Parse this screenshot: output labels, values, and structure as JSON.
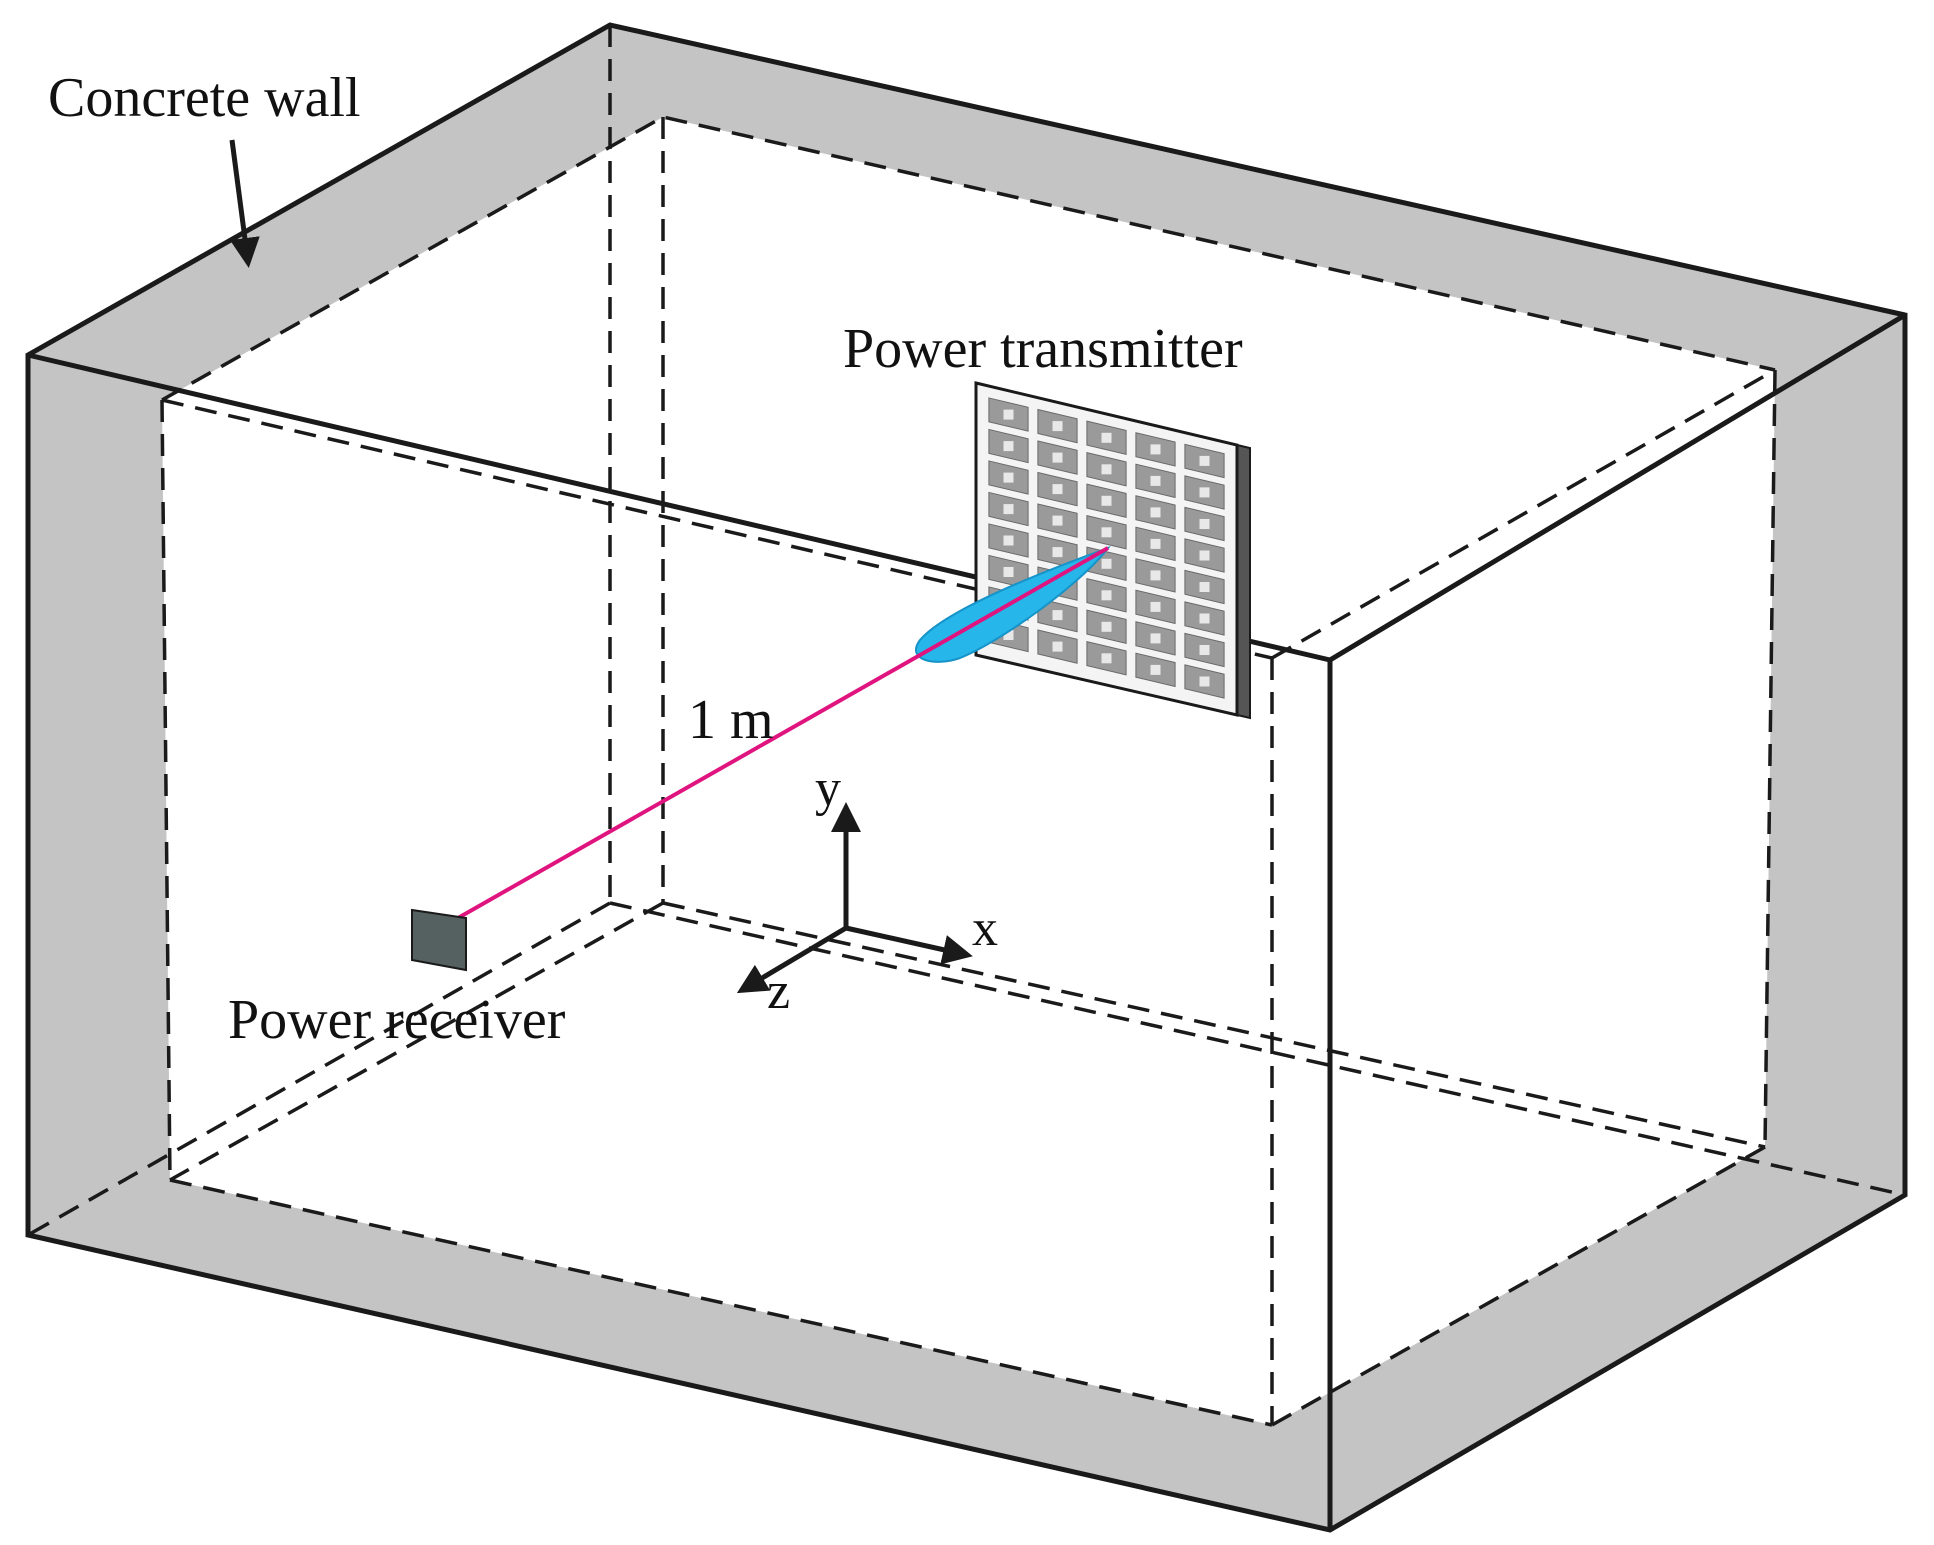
{
  "labels": {
    "concrete_wall": "Concrete wall",
    "power_transmitter": "Power transmitter",
    "power_receiver": "Power receiver",
    "distance": "1 m",
    "axis_x": "x",
    "axis_y": "y",
    "axis_z": "z"
  },
  "colors": {
    "wall_fill": "#c4c4c4",
    "line": "#1a1a1a",
    "beam_line": "#e0147f",
    "beam_lobe": "#26b6ea",
    "receiver": "#556060",
    "panel_tile": "#9a9a9a"
  },
  "transmitter_array": {
    "rows": 8,
    "cols": 5
  }
}
